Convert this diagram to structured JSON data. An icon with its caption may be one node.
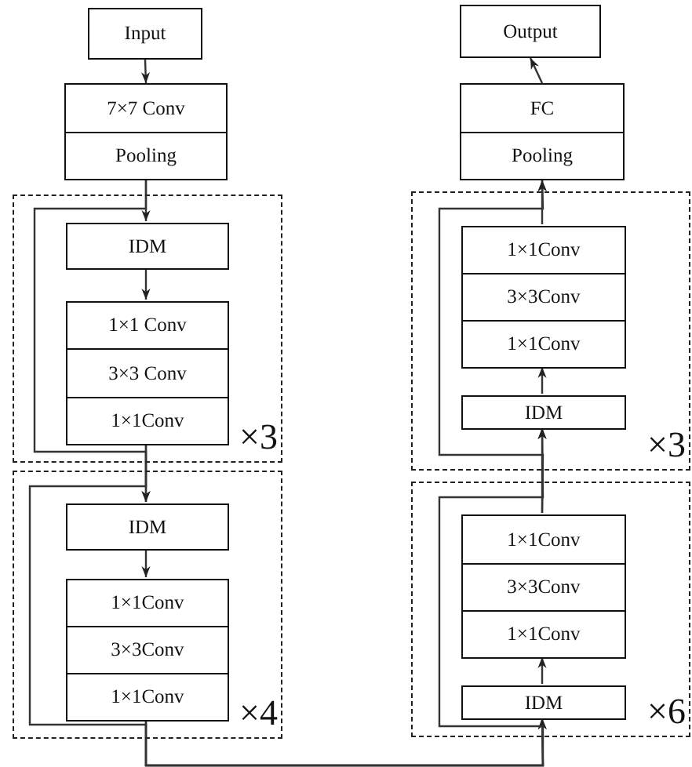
{
  "diagram": {
    "nodes": [
      {
        "text": [
          "Input"
        ]
      },
      {
        "text": [
          "7×7 Conv"
        ]
      },
      {
        "text": [
          "Pooling"
        ]
      },
      {
        "text": [
          "×3"
        ]
      },
      {
        "text": [
          "IDM"
        ],
        "in": 3
      },
      {
        "text": [
          "1×1 Conv"
        ],
        "in": 3
      },
      {
        "text": [
          "3×3 Conv"
        ],
        "in": 3
      },
      {
        "text": [
          "1×1Conv"
        ],
        "in": 3
      },
      {
        "text": [
          "×4"
        ]
      },
      {
        "text": [
          "IDM"
        ],
        "in": 8
      },
      {
        "text": [
          "1×1Conv"
        ],
        "in": 8
      },
      {
        "text": [
          "3×3Conv"
        ],
        "in": 8
      },
      {
        "text": [
          "1×1Conv"
        ],
        "in": 8
      },
      {
        "text": [
          "Output"
        ]
      },
      {
        "text": [
          "FC"
        ]
      },
      {
        "text": [
          "Pooling"
        ]
      },
      {
        "text": [
          "×3"
        ]
      },
      {
        "text": [
          "1×1Conv"
        ],
        "in": 16
      },
      {
        "text": [
          "3×3Conv"
        ],
        "in": 16
      },
      {
        "text": [
          "1×1Conv"
        ],
        "in": 16
      },
      {
        "text": [
          "IDM"
        ],
        "in": 16
      },
      {
        "text": [
          "×6"
        ]
      },
      {
        "text": [
          "1×1Conv"
        ],
        "in": 21
      },
      {
        "text": [
          "3×3Conv"
        ],
        "in": 21
      },
      {
        "text": [
          "1×1Conv"
        ],
        "in": 21
      },
      {
        "text": [
          "IDM"
        ],
        "in": 21
      }
    ],
    "edges": [
      {
        "from": 0,
        "to": 1,
        "arrow": "to"
      },
      {
        "from": 2,
        "to": 4,
        "arrow": "to"
      },
      {
        "from": 4,
        "to": 5,
        "arrow": "to"
      },
      {
        "from": 7,
        "to": 9,
        "arrow": "to"
      },
      {
        "from": 2,
        "to": 9,
        "arrow": "to"
      },
      {
        "from": 9,
        "to": 10,
        "arrow": "to"
      },
      {
        "from": 12,
        "to": 25,
        "arrow": "to"
      },
      {
        "from": 7,
        "to": 25,
        "arrow": "to"
      },
      {
        "from": 25,
        "to": 24,
        "arrow": "to"
      },
      {
        "from": 22,
        "to": 20,
        "arrow": "to"
      },
      {
        "from": 12,
        "to": 20,
        "arrow": "to"
      },
      {
        "from": 20,
        "to": 19,
        "arrow": "to"
      },
      {
        "from": 17,
        "to": 15,
        "arrow": "to"
      },
      {
        "from": 22,
        "to": 15,
        "arrow": "to"
      },
      {
        "from": 14,
        "to": 13,
        "arrow": "to"
      }
    ]
  }
}
